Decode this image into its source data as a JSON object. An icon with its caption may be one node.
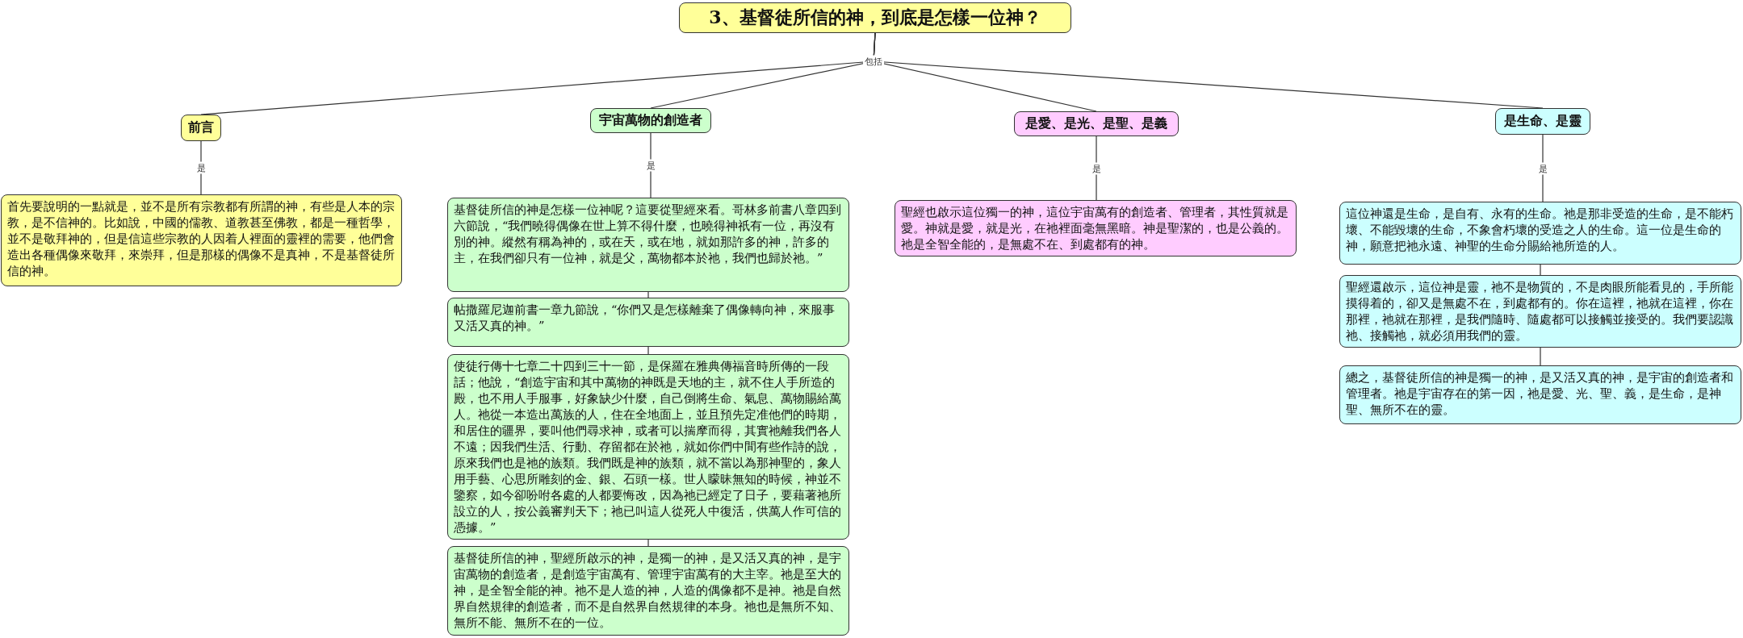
{
  "diagram": {
    "nodes": [
      {
        "text": [
          "3、基督徒所信的神，到底是怎樣一位神？"
        ]
      },
      {
        "text": [
          "前言"
        ]
      },
      {
        "text": [
          "宇宙萬物的創造者"
        ]
      },
      {
        "text": [
          "是愛、是光、是聖、是義"
        ]
      },
      {
        "text": [
          "是生命、是靈"
        ]
      },
      {
        "text": [
          "首先要說明的一點就是，並不是所有宗教都有所謂的神，有些是人本的宗教，是不信神的。比如說，中國的儒教、道教甚至佛教，都是一種哲學，並不是敬拜神的，但是信這些宗教的人因着人裡面的靈裡的需要，他們會造出各種偶像來敬拜，來崇拜，但是那樣的偶像不是真神，不是基督徒所信的神。"
        ]
      },
      {
        "text": [
          "基督徒所信的神是怎樣一位神呢？這要從聖經來看。哥林多前書八章四到六節說，“我們曉得偶像在世上算不得什麼，也曉得神祇有一位，再沒有別的神。縱然有稱為神的，或在天，或在地，就如那許多的神，許多的主，在我們卻只有一位神，就是父，萬物都本於祂，我們也歸於祂。”"
        ]
      },
      {
        "text": [
          "帖撒羅尼迦前書一章九節說，“你們又是怎樣離棄了偶像轉向神，來服事又活又真的神。”"
        ]
      },
      {
        "text": [
          "使徒行傳十七章二十四到三十一節，是保羅在雅典傳福音時所傳的一段話；他說，“創造宇宙和其中萬物的神既是天地的主，就不住人手所造的殿，也不用人手服事，好象缺少什麼，自己倒將生命、氣息、萬物賜給萬人。祂從一本造出萬族的人，住在全地面上，並且預先定准他們的時期，和居住的疆界，要叫他們尋求神，或者可以揣摩而得，其實祂離我們各人不遠；因我們生活、行動、存留都在於祂，就如你們中間有些作詩的說，原來我們也是祂的族類。我們既是神的族類，就不當以為那神聖的，象人用手藝、心思所雕刻的金、銀、石頭一樣。世人矇昧無知的時候，神並不鑒察，如今卻吩咐各處的人都要悔改，因為祂已經定了日子，要藉著祂所設立的人，按公義審判天下；祂已叫這人從死人中復活，供萬人作可信的憑據。”"
        ]
      },
      {
        "text": [
          "基督徒所信的神，聖經所啟示的神，是獨一的神，是又活又真的神，是宇宙萬物的創造者，是創造宇宙萬有、管理宇宙萬有的大主宰。祂是至大的神，是全智全能的神。祂不是人造的神，人造的偶像都不是神。祂是自然界自然規律的創造者，而不是自然界自然規律的本身。祂也是無所不知、無所不能、無所不在的一位。"
        ]
      },
      {
        "text": [
          "聖經也啟示這位獨一的神，這位宇宙萬有的創造者、管理者，其性質就是愛。神就是愛，就是光，在祂裡面毫無黑暗。神是聖潔的，也是公義的。祂是全智全能的，是無處不在、到處都有的神。"
        ]
      },
      {
        "text": [
          "這位神還是生命，是自有、永有的生命。祂是那非受造的生命，是不能朽壞、不能毀壞的生命，不象會朽壞的受造之人的生命。這一位是生命的神，願意把祂永遠、神聖的生命分賜給祂所造的人。"
        ]
      },
      {
        "text": [
          "聖經還啟示，這位神是靈，祂不是物質的，不是肉眼所能看見的，手所能摸得着的，卻又是無處不在，到處都有的。你在這裡，祂就在這裡，你在那裡，祂就在那裡，是我們隨時、隨處都可以接觸並接受的。我們要認識祂、接觸祂，就必須用我們的靈。"
        ]
      },
      {
        "text": [
          "總之，基督徒所信的神是獨一的神，是又活又真的神，是宇宙的創造者和管理者。祂是宇宙存在的第一因，祂是愛、光、聖、義，是生命，是神聖、無所不在的靈。"
        ]
      }
    ],
    "edges": [
      {
        "from": 0,
        "to": 1,
        "arrow": "none",
        "label": "包括"
      },
      {
        "from": 0,
        "to": 2,
        "arrow": "none"
      },
      {
        "from": 0,
        "to": 3,
        "arrow": "none"
      },
      {
        "from": 0,
        "to": 4,
        "arrow": "none"
      },
      {
        "from": 1,
        "to": 5,
        "arrow": "none",
        "label": "是"
      },
      {
        "from": 2,
        "to": 6,
        "arrow": "none",
        "label": "是"
      },
      {
        "from": 6,
        "to": 7,
        "arrow": "none"
      },
      {
        "from": 7,
        "to": 8,
        "arrow": "none"
      },
      {
        "from": 8,
        "to": 9,
        "arrow": "none"
      },
      {
        "from": 3,
        "to": 10,
        "arrow": "none",
        "label": "是"
      },
      {
        "from": 4,
        "to": 11,
        "arrow": "none",
        "label": "是"
      },
      {
        "from": 11,
        "to": 12,
        "arrow": "none"
      },
      {
        "from": 12,
        "to": 13,
        "arrow": "none"
      }
    ]
  }
}
